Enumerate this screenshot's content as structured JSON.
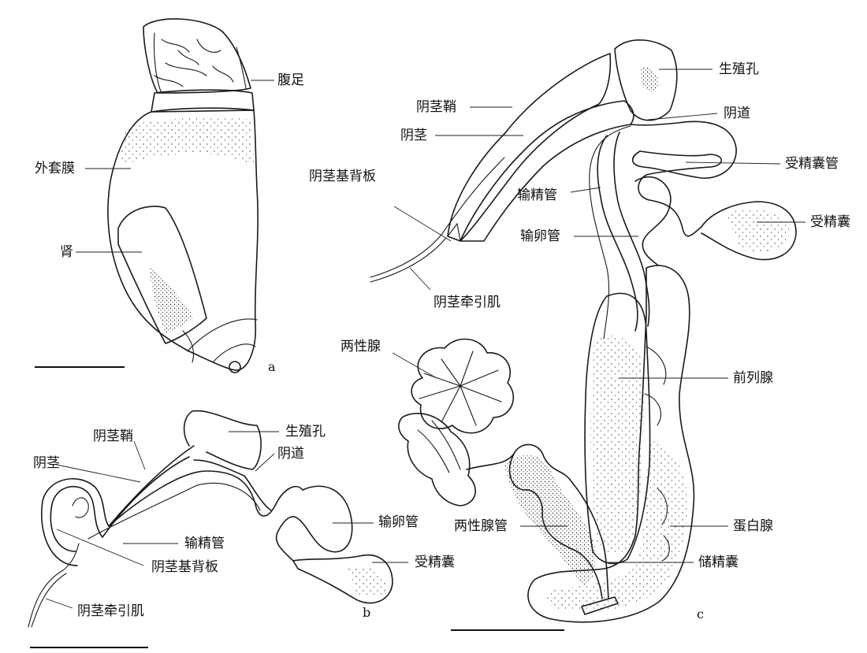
{
  "panel_a": {
    "letter": "a",
    "labels": {
      "foot": "腹足",
      "mantle": "外套膜",
      "kidney": "肾"
    }
  },
  "panel_b": {
    "letter": "b",
    "labels": {
      "penis_sheath": "阴茎鞘",
      "penis": "阴茎",
      "genital_pore": "生殖孔",
      "vagina": "阴道",
      "oviduct": "输卵管",
      "vas_deferens": "输精管",
      "penis_basal_plate": "阴茎基背板",
      "spermatheca": "受精囊",
      "penis_retractor": "阴茎牵引肌"
    }
  },
  "panel_c": {
    "letter": "c",
    "labels": {
      "genital_pore": "生殖孔",
      "penis_sheath": "阴茎鞘",
      "vagina": "阴道",
      "penis": "阴茎",
      "spermatheca_duct": "受精囊管",
      "penis_basal_plate": "阴茎基背板",
      "vas_deferens": "输精管",
      "spermatheca": "受精囊",
      "oviduct": "输卵管",
      "penis_retractor": "阴茎牵引肌",
      "ovotestis": "两性腺",
      "prostate": "前列腺",
      "hermaphroditic_duct": "两性腺管",
      "albumen_gland": "蛋白腺",
      "seminal_vesicle": "储精囊"
    }
  }
}
